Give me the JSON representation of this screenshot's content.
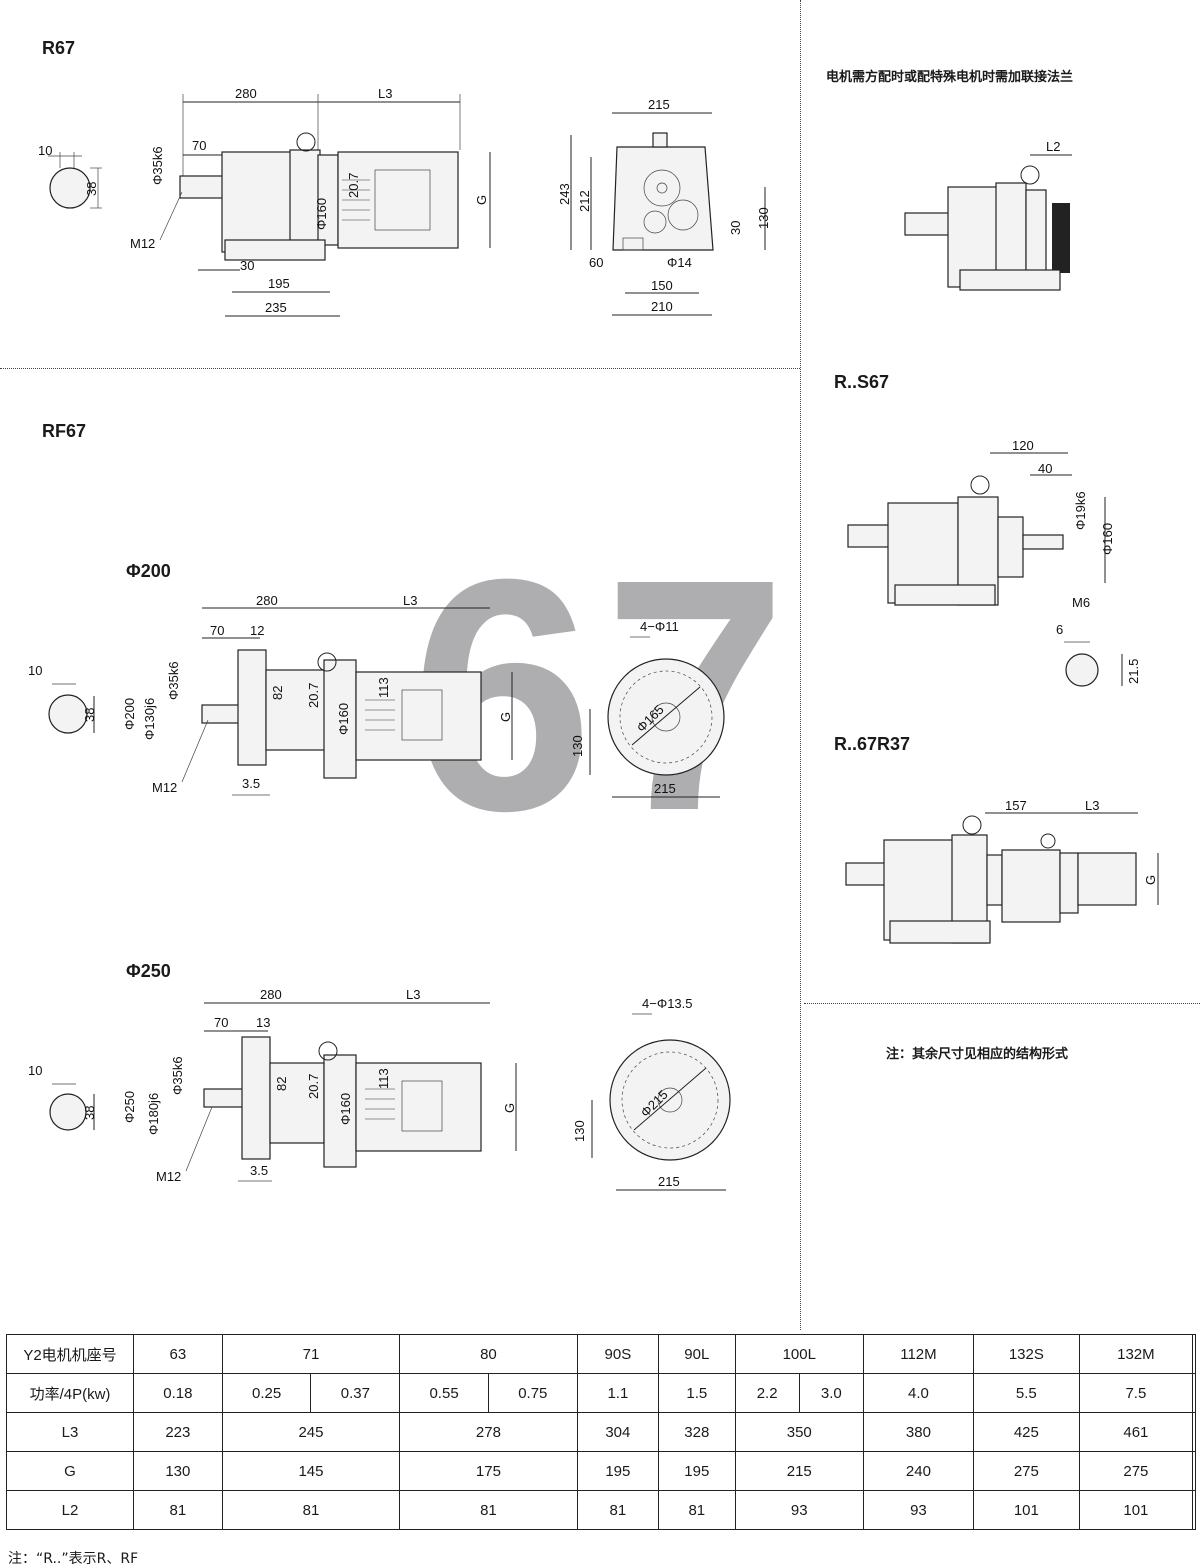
{
  "sections": {
    "r67": "R67",
    "rf67": "RF67",
    "phi200": "Φ200",
    "phi250": "Φ250",
    "rs67": "R..S67",
    "r67r37": "R..67R37"
  },
  "notes": {
    "flange_note": "电机需方配时或配特殊电机时需加联接法兰",
    "other_dims_note": "注：其余尺寸见相应的结构形式",
    "footer_note": "注：“R..”表示R、RF"
  },
  "watermark": "67",
  "dims": {
    "r67_side": [
      "280",
      "L3",
      "70",
      "Φ35k6",
      "20.7",
      "Φ160",
      "G",
      "M12",
      "30",
      "195",
      "235"
    ],
    "r67_shaft": [
      "10",
      "38"
    ],
    "r67_end": [
      "215",
      "243",
      "212",
      "30",
      "130",
      "60",
      "Φ14",
      "150",
      "210"
    ],
    "flange_detail": [
      "L2"
    ],
    "phi200_side": [
      "280",
      "L3",
      "70",
      "12",
      "Φ35k6",
      "Φ200",
      "Φ130j6",
      "82",
      "20.7",
      "Φ160",
      "113",
      "G",
      "M12",
      "3.5"
    ],
    "phi200_shaft": [
      "10",
      "38"
    ],
    "phi200_end": [
      "4−Φ11",
      "Φ165",
      "130",
      "215"
    ],
    "phi250_side": [
      "280",
      "L3",
      "70",
      "13",
      "Φ35k6",
      "Φ250",
      "Φ180j6",
      "82",
      "20.7",
      "Φ160",
      "113",
      "G",
      "M12",
      "3.5"
    ],
    "phi250_shaft": [
      "10",
      "38"
    ],
    "phi250_end": [
      "4−Φ13.5",
      "Φ215",
      "130",
      "215"
    ],
    "rs67": [
      "120",
      "40",
      "Φ19k6",
      "Φ160",
      "M6",
      "6",
      "21.5"
    ],
    "r67r37": [
      "157",
      "L3",
      "G"
    ]
  },
  "table": {
    "headers": [
      "Y2电机机座号",
      "功率/4P(kw)",
      "L3",
      "G",
      "L2"
    ],
    "frame": [
      "63",
      "71",
      "80",
      "90S",
      "90L",
      "100L",
      "112M",
      "132S",
      "132M",
      ""
    ],
    "power": [
      [
        "0.18"
      ],
      [
        "0.25",
        "0.37"
      ],
      [
        "0.55",
        "0.75"
      ],
      [
        "1.1"
      ],
      [
        "1.5"
      ],
      [
        "2.2",
        "3.0"
      ],
      [
        "4.0"
      ],
      [
        "5.5"
      ],
      [
        "7.5"
      ],
      [
        ""
      ]
    ],
    "L3": [
      "223",
      "245",
      "278",
      "304",
      "328",
      "350",
      "380",
      "425",
      "461",
      ""
    ],
    "G": [
      "130",
      "145",
      "175",
      "195",
      "195",
      "215",
      "240",
      "275",
      "275",
      ""
    ],
    "L2": [
      "81",
      "81",
      "81",
      "81",
      "81",
      "93",
      "93",
      "101",
      "101",
      ""
    ]
  }
}
